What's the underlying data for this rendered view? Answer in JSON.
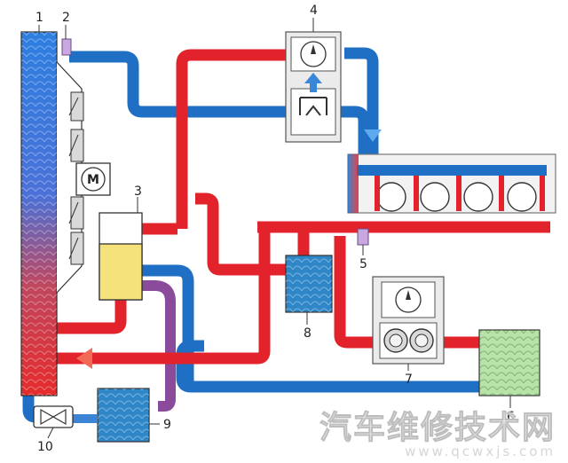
{
  "labels": {
    "radiator": "1",
    "radiator_sensor": "2",
    "expansion_tank": "3",
    "thermostat": "4",
    "engine_sensor": "5",
    "heater_core": "6",
    "heater_valve": "7",
    "oil_cooler": "8",
    "transmission_cooler": "9",
    "water_pump": "10"
  },
  "icons": {
    "fan_motor": "M"
  },
  "watermark": {
    "chinese": "汽车维修技术网",
    "url": "www.qcwxjs.com"
  },
  "colors": {
    "hot": "#e3232b",
    "cold": "#1f6fc4",
    "tank_fluid": "#f5e27a",
    "heater_core": "#b7e3a8"
  }
}
